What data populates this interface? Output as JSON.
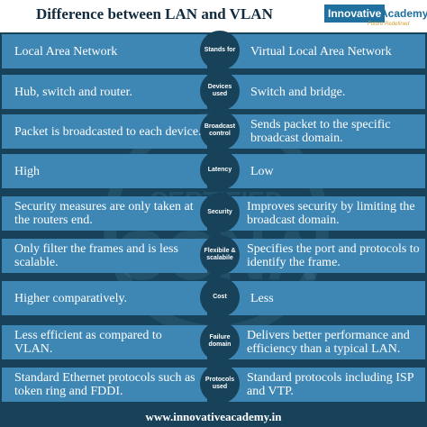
{
  "header": {
    "title": "Difference between LAN and VLAN",
    "logo_part1": "Innovative",
    "logo_part2": "Academy",
    "logo_tagline": "Future Redefined"
  },
  "watermark": {
    "line1": "CISCO",
    "line2": "CERTIFIED",
    "line3": "CCNA"
  },
  "rows": [
    {
      "label": "Stands for",
      "lan": "Local Area Network",
      "vlan": "Virtual Local Area Network"
    },
    {
      "label": "Devices used",
      "lan": "Hub, switch and router.",
      "vlan": "Switch and bridge."
    },
    {
      "label": "Broadcast control",
      "lan": "Packet is broadcasted to each device.",
      "vlan": "Sends packet to the specific broadcast domain."
    },
    {
      "label": "Latency",
      "lan": "High",
      "vlan": "Low"
    },
    {
      "label": "Security",
      "lan": "Security measures are only taken at the routers end.",
      "vlan": "Improves security by limiting the broadcast domain."
    },
    {
      "label": "Flexibile & scalabile",
      "lan": "Only filter the frames and is less scalable.",
      "vlan": "Specifies the port and protocols to identify the frame."
    },
    {
      "label": "Cost",
      "lan": "Higher comparatively.",
      "vlan": "Less"
    },
    {
      "label": "Failure domain",
      "lan": "Less efficient as compared to VLAN.",
      "vlan": "Delivers better performance and efficiency than a typical LAN."
    },
    {
      "label": "Protocols used",
      "lan": "Standard Ethernet protocols such as token ring and FDDI.",
      "vlan": "Standard protocols including ISP and VTP."
    }
  ],
  "footer": {
    "url": "www.innovativeacademy.in"
  },
  "colors": {
    "background": "#17425a",
    "cell": "#3e86b3",
    "header": "#ffffff",
    "logo_blue": "#1f6f9f",
    "logo_gold": "#d4a13a"
  }
}
